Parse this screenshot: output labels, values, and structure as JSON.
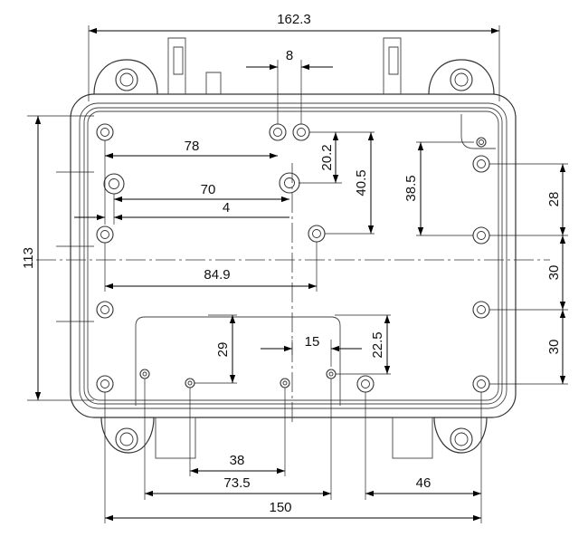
{
  "drawing": {
    "dimensions": {
      "overall_width": "162.3",
      "top_hole_spacing": "8",
      "hole_offset_78": "78",
      "hole_offset_70": "70",
      "hole_offset_4": "4",
      "vertical_20_2": "20.2",
      "vertical_40_5": "40.5",
      "vertical_38_5": "38.5",
      "right_28": "28",
      "overall_height": "113",
      "centerline_84_9": "84.9",
      "right_30_upper": "30",
      "right_30_lower": "30",
      "vertical_29": "29",
      "horizontal_15": "15",
      "vertical_22_5": "22.5",
      "bottom_38": "38",
      "bottom_73_5": "73.5",
      "bottom_46": "46",
      "bottom_150": "150"
    }
  }
}
